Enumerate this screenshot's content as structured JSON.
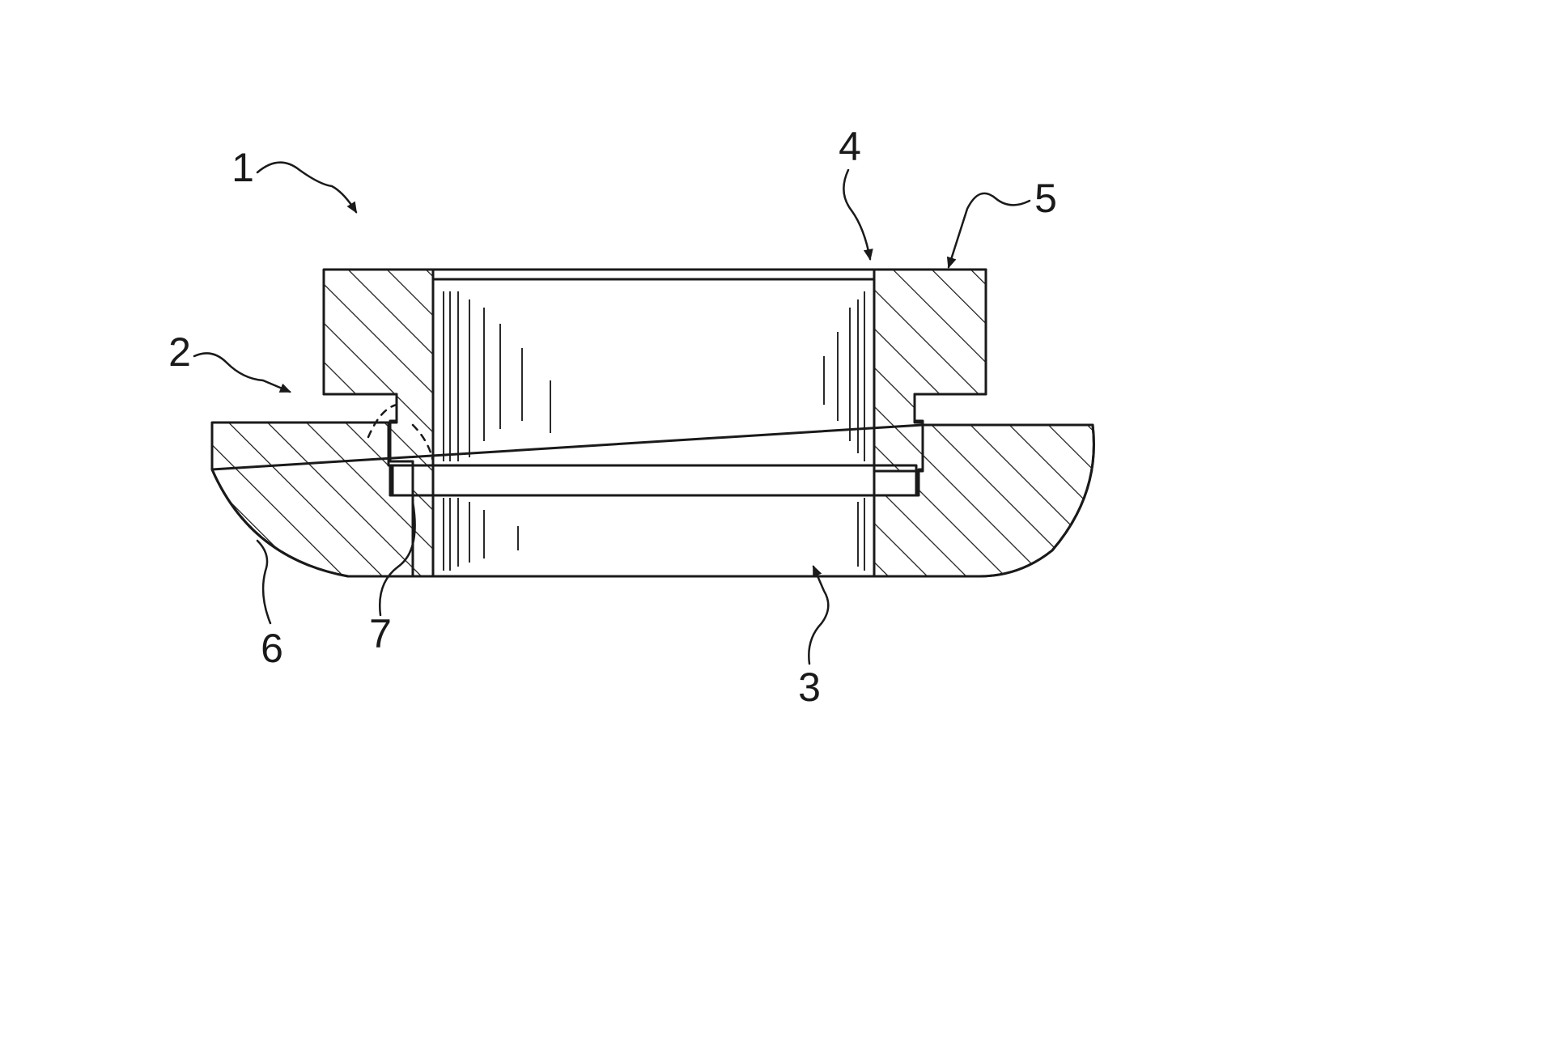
{
  "figure": {
    "labels": {
      "l1": "1",
      "l2": "2",
      "l3": "3",
      "l4": "4",
      "l5": "5",
      "l6": "6",
      "l7": "7"
    },
    "colors": {
      "ink": "#1a1a1a",
      "background": "#ffffff"
    }
  }
}
